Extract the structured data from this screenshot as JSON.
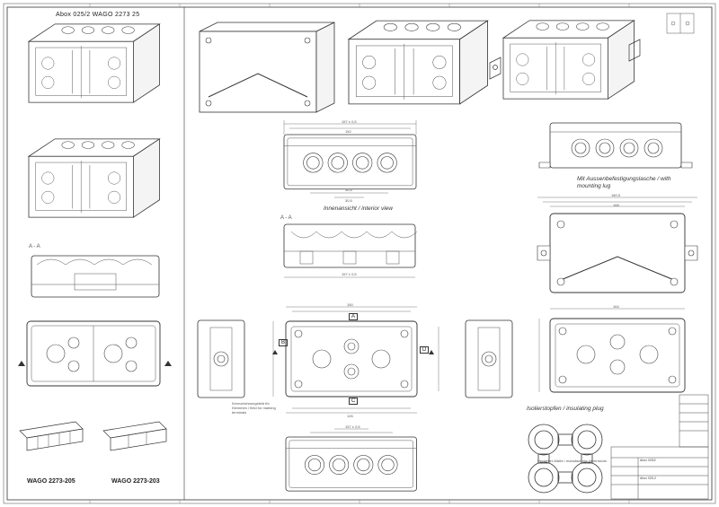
{
  "labels": {
    "top_left": "Abox 025/2 WAGO 2273 25",
    "wago_205": "WAGO 2273-205",
    "wago_203": "WAGO 2273-203",
    "section_aa_left": "A - A",
    "section_aa_mid": "A - A",
    "interior_view": "Innenansicht / interior view",
    "mounting_lug": "Mit Aussenbefestigungslasche / with mounting lug",
    "insulating_plug": "Isolierstopfen / insulating plug"
  },
  "section_markers": {
    "a": "A",
    "b": "B",
    "c": "C",
    "d": "D"
  },
  "dimensions": {
    "top_width": "157 ± 0,5",
    "top_inner": "152",
    "top_pitch_a": "30,5",
    "top_pitch_b": "30,5",
    "interior_width": "157 ± 0,5",
    "front_width": "150",
    "front_inner": "126",
    "lug_width": "180,5",
    "lug_inner": "168",
    "lug_pitch": "164",
    "bottom_width": "157 ± 0,5"
  },
  "side_note": "Kennzeichnungsfeld für Klemmen / field for marking terminals",
  "tb_note": "Hersteller-Maße / manufacturer dimensions",
  "title_block": {
    "product": "Abox 025/2",
    "drawing_no": "Abox 025-2"
  }
}
